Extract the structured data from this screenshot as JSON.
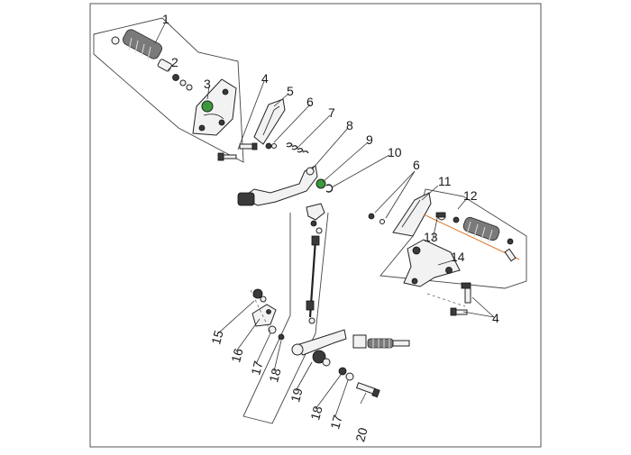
{
  "diagram": {
    "callouts": [
      "1",
      "2",
      "3",
      "4",
      "5",
      "6",
      "7",
      "8",
      "9",
      "10",
      "11",
      "12",
      "13",
      "14",
      "4",
      "15",
      "16",
      "17",
      "18",
      "19",
      "18",
      "17",
      "20",
      "6"
    ],
    "colors": {
      "outline": "#222222",
      "frame": "#444444",
      "highlight": "#3a9a3a",
      "accent_line": "#e07a2e"
    }
  }
}
